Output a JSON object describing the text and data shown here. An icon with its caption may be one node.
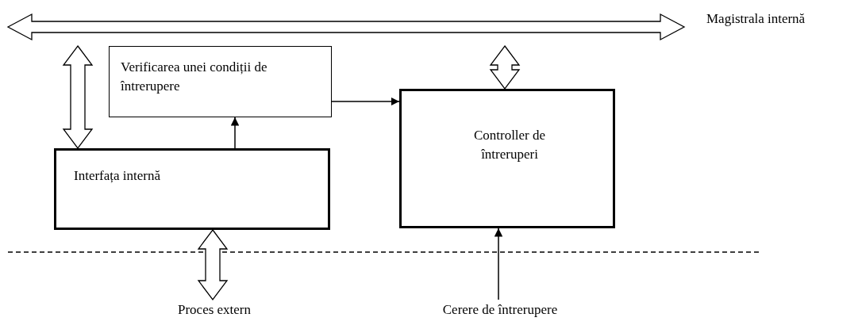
{
  "diagram": {
    "nodes": [
      {
        "text": [
          "Magistrala internă"
        ]
      },
      {
        "text": [
          "Verificarea unei condiții de întrerupere"
        ]
      },
      {
        "text": [
          "Interfața internă"
        ]
      },
      {
        "text": [
          "Controller de întreruperi"
        ]
      },
      {
        "text": [
          "Proces extern"
        ]
      },
      {
        "text": [
          "Cerere de întrerupere"
        ]
      }
    ],
    "edges": [
      {
        "from": 0,
        "to": 2,
        "arrow": "both"
      },
      {
        "from": 0,
        "to": 3,
        "arrow": "both"
      },
      {
        "from": 2,
        "to": 1,
        "arrow": "to"
      },
      {
        "from": 1,
        "to": 3,
        "arrow": "to"
      },
      {
        "from": 2,
        "to": 4,
        "arrow": "both"
      },
      {
        "from": 5,
        "to": 3,
        "arrow": "to"
      }
    ]
  }
}
